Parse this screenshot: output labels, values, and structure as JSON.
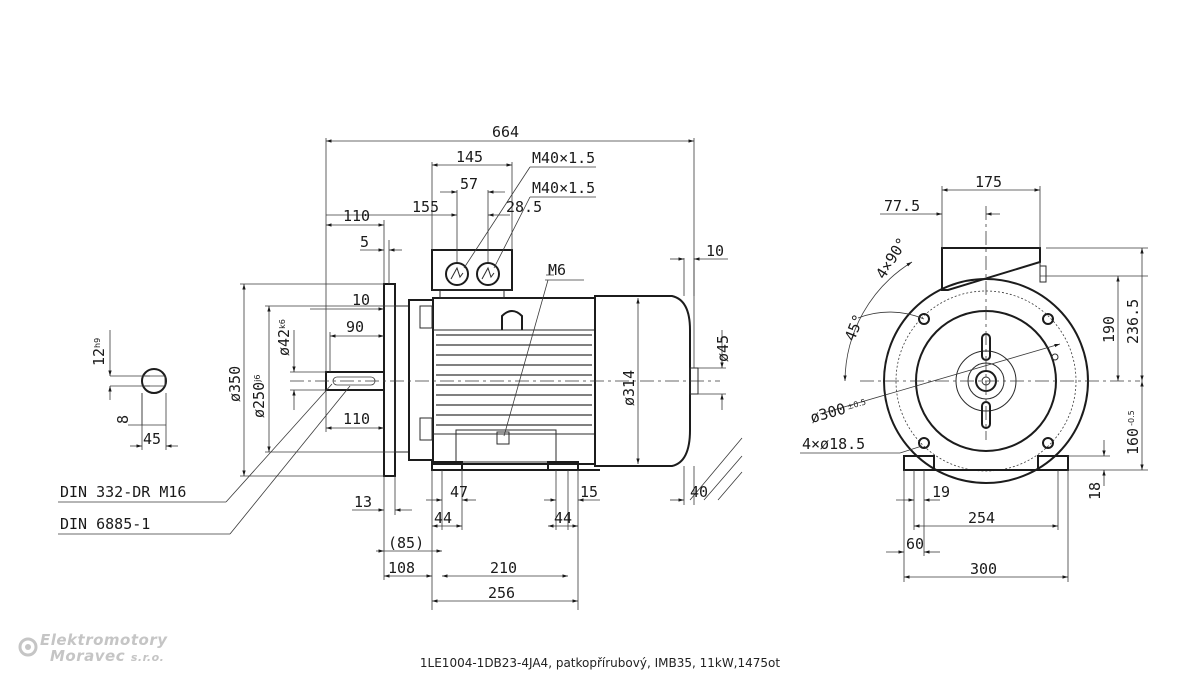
{
  "brand": {
    "line1": "Elektromotory",
    "line2": "Moravec",
    "suffix": "s.r.o.",
    "color": "#c5c5c5"
  },
  "caption": "1LE1004-1DB23-4JA4, patkopřírubový, IMB35, 11kW,1475ot",
  "side_view": {
    "overall_length": "664",
    "terminal_box_width": "145",
    "gland_spacing": "57",
    "gland_1": "M40×1.5",
    "gland_2": "M40×1.5",
    "gland_offset": "28.5",
    "box_position": "155",
    "shaft_length_top": "110",
    "flange_step": "5",
    "fan_cover_gap": "10",
    "shaft_shoulder": "10",
    "shaft_key": "90",
    "shaft_length_bottom": "110",
    "shaft_diameter": "ø42",
    "shaft_fit": "k6",
    "spigot_diameter": "ø250",
    "spigot_fit": "j6",
    "flange_diameter": "ø350",
    "frame_diameter": "ø314",
    "rear_shaft_diameter": "ø45",
    "earth_thread": "M6",
    "flange_thickness": "13",
    "foot_47": "47",
    "foot_15": "15",
    "foot_44_left": "44",
    "foot_44_right": "44",
    "rear_40": "40",
    "dim_85": "(85)",
    "dim_108": "108",
    "foot_spacing": "210",
    "foot_length": "256",
    "note_thread": "DIN 332-DR M16",
    "note_key": "DIN 6885-1"
  },
  "shaft_section": {
    "key_width": "12",
    "key_fit": "h9",
    "key_depth": "8",
    "shaft_height": "45"
  },
  "end_view": {
    "box_width": "175",
    "box_offset": "77.5",
    "holes_angle": "4×90°",
    "angle_45": "45°",
    "flange_pcd": "ø300",
    "flange_pcd_tol": "±0.5",
    "flange_holes": "4×ø18.5",
    "height_190": "190",
    "height_236": "236.5",
    "shaft_height": "160",
    "shaft_height_tol": "-0.5",
    "foot_height": "18",
    "foot_hole": "19",
    "foot_bolt_spacing": "254",
    "foot_width_60": "60",
    "base_width": "300"
  }
}
